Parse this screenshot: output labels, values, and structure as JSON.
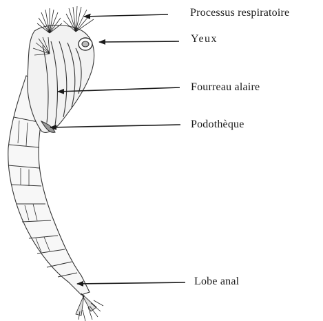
{
  "labels": {
    "respiratory": "Processus respiratoire",
    "eyes": "Yeux",
    "wing_sheath": "Fourreau alaire",
    "leg_sheath": "Podothèque",
    "anal_lobe": "Lobe anal"
  },
  "colors": {
    "ink": "#1a1a1a",
    "background": "#ffffff"
  }
}
